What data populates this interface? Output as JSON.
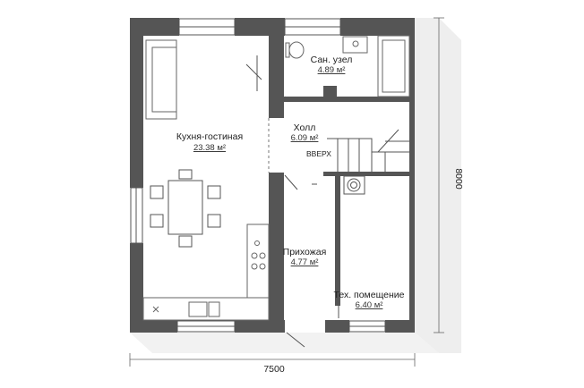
{
  "rooms": [
    {
      "name": "Кухня-гостиная",
      "area": "23.38 м²"
    },
    {
      "name": "Сан. узел",
      "area": "4.89 м²"
    },
    {
      "name": "Холл",
      "area": "6.09 м²"
    },
    {
      "name": "Прихожая",
      "area": "4.77 м²"
    },
    {
      "name": "Тех. помещение",
      "area": "6.40 м²"
    }
  ],
  "stairs_label": "ВВЕРХ",
  "dimensions": {
    "width": "7500",
    "height": "8000"
  },
  "colors": {
    "wall": "#555555",
    "shadow": "#eeeeee",
    "line": "#444444",
    "background": "#ffffff"
  }
}
